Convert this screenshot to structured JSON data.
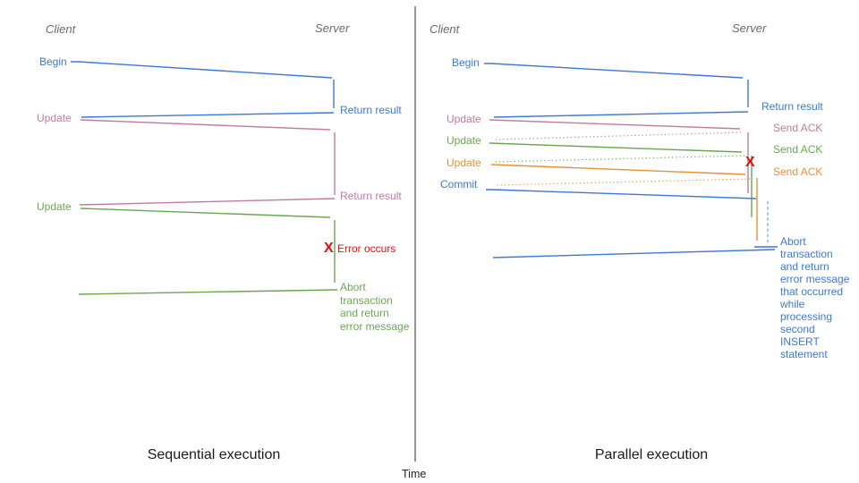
{
  "colors": {
    "blue": "#3c78d8",
    "pink": "#c27ba0",
    "green": "#6aa84f",
    "orange": "#e69138",
    "red": "#ea0d0d",
    "header_gray": "#6a6a6a",
    "title_black": "#1b1b1b"
  },
  "panels": {
    "left": {
      "client_header": "Client",
      "server_header": "Server",
      "labels": {
        "begin": "Begin",
        "return_result_1": "Return result",
        "update_1": "Update",
        "return_result_2": "Return result",
        "update_2": "Update",
        "error_mark": "X",
        "error_occurs": "Error occurs",
        "abort_note": "Abort\ntransaction\nand return\nerror message"
      },
      "title": "Sequential execution"
    },
    "right": {
      "client_header": "Client",
      "server_header": "Server",
      "labels": {
        "begin": "Begin",
        "return_result": "Return result",
        "update_1": "Update",
        "send_ack_1": "Send ACK",
        "update_2": "Update",
        "send_ack_2": "Send ACK",
        "update_3": "Update",
        "send_ack_3": "Send ACK",
        "commit": "Commit",
        "error_mark": "X",
        "abort_note": "Abort\ntransaction\nand return\nerror message\nthat occurred\nwhile\nprocessing\nsecond\nINSERT\nstatement"
      },
      "title": "Parallel execution"
    }
  },
  "timeline": {
    "label": "Time"
  }
}
